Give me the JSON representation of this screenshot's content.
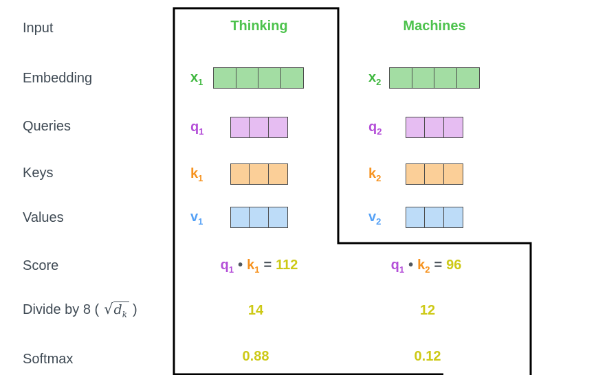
{
  "colors": {
    "text": "#3f4a54",
    "green_title": "#4cc24c",
    "green_label": "#3fb73f",
    "green_fill": "#a3dda3",
    "purple_label": "#b44fd8",
    "purple_fill": "#e6bdf2",
    "orange_label": "#f6921e",
    "orange_fill": "#fbcf98",
    "blue_label": "#55a1f6",
    "blue_fill": "#bddcf8",
    "yellow_value": "#cdc916",
    "cell_border": "#4c4c4c",
    "operator": "#4e565e",
    "outline": "#000000"
  },
  "row_labels": {
    "input": "Input",
    "embedding": "Embedding",
    "queries": "Queries",
    "keys": "Keys",
    "values": "Values",
    "score": "Score",
    "divide_prefix": "Divide by 8 (",
    "divide_radical": "√",
    "divide_var": "d",
    "divide_sub": "k",
    "divide_suffix": ")",
    "softmax": "Softmax"
  },
  "columns": [
    {
      "title": "Thinking",
      "embedding": {
        "base": "x",
        "sub": "1",
        "cells": 4
      },
      "query": {
        "base": "q",
        "sub": "1",
        "cells": 3
      },
      "key": {
        "base": "k",
        "sub": "1",
        "cells": 3
      },
      "value": {
        "base": "v",
        "sub": "1",
        "cells": 3
      },
      "score": {
        "q_base": "q",
        "q_sub": "1",
        "dot": "•",
        "k_base": "k",
        "k_sub": "1",
        "equals": "=",
        "result": "112"
      },
      "divided": "14",
      "softmax": "0.88"
    },
    {
      "title": "Machines",
      "embedding": {
        "base": "x",
        "sub": "2",
        "cells": 4
      },
      "query": {
        "base": "q",
        "sub": "2",
        "cells": 3
      },
      "key": {
        "base": "k",
        "sub": "2",
        "cells": 3
      },
      "value": {
        "base": "v",
        "sub": "2",
        "cells": 3
      },
      "score": {
        "q_base": "q",
        "q_sub": "1",
        "dot": "•",
        "k_base": "k",
        "k_sub": "2",
        "equals": "=",
        "result": "96"
      },
      "divided": "12",
      "softmax": "0.12"
    }
  ]
}
